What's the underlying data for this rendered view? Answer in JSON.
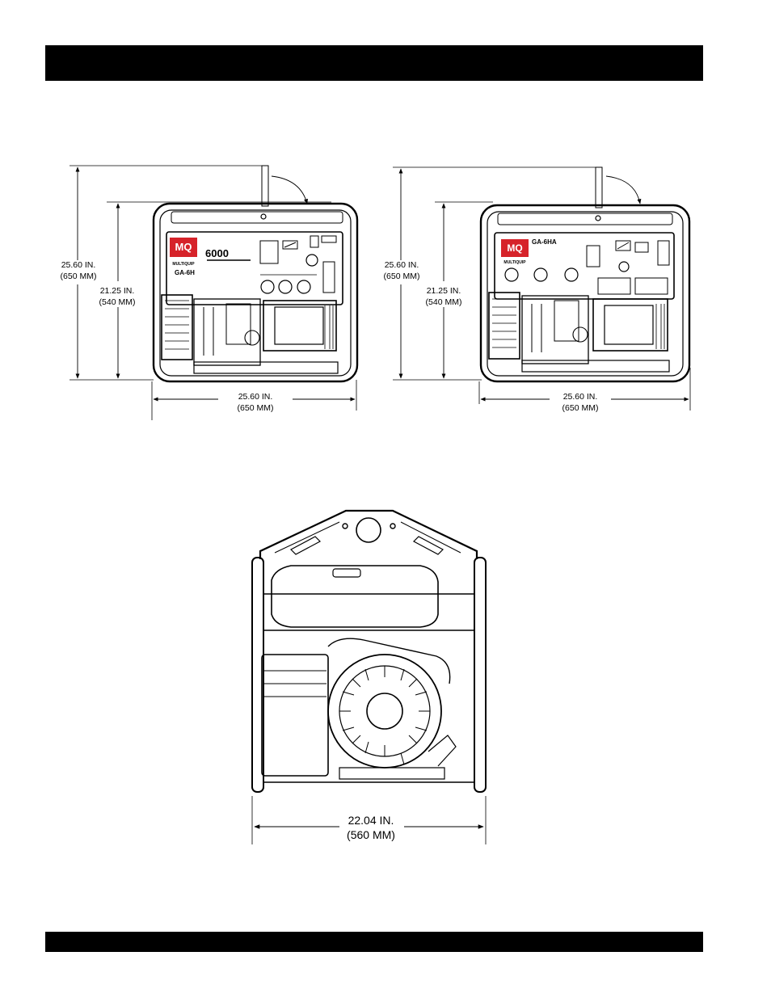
{
  "colors": {
    "logo": "#d6232a",
    "ink": "#000000"
  },
  "left_front": {
    "logo_main": "MQ",
    "logo_sub": "MULTIQUIP",
    "model_number": "6000",
    "model": "GA-6H",
    "height_total_in": "25.60 IN.",
    "height_total_mm": "(650 MM)",
    "height_body_in": "21.25 IN.",
    "height_body_mm": "(540 MM)",
    "width_in": "25.60 IN.",
    "width_mm": "(650 MM)"
  },
  "right_front": {
    "logo_main": "MQ",
    "logo_sub": "MULTIQUIP",
    "model": "GA-6HA",
    "height_total_in": "25.60 IN.",
    "height_total_mm": "(650 MM)",
    "height_body_in": "21.25 IN.",
    "height_body_mm": "(540 MM)",
    "width_in": "25.60 IN.",
    "width_mm": "(650 MM)"
  },
  "side_view": {
    "width_in": "22.04 IN.",
    "width_mm": "(560 MM)"
  }
}
